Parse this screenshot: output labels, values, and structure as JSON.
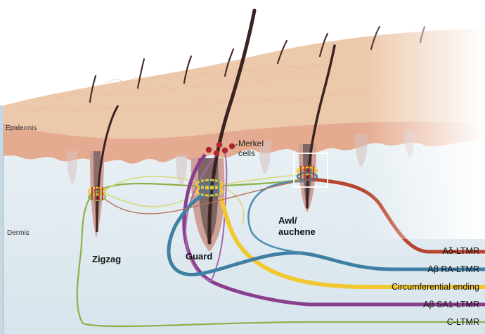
{
  "layers": {
    "epidermis": "Epidermis",
    "dermis": "Dermis"
  },
  "hairs": {
    "zigzag": "Zigzag",
    "guard": "Guard",
    "awl": "Awl/\nauchene"
  },
  "merkel": "Merkel\ncells",
  "nerves": [
    {
      "label": "Aδ-LTMR",
      "color": "#b8452e"
    },
    {
      "label": "Aβ  RA-LTMR",
      "color": "#3f7fa3"
    },
    {
      "label": "Circumferential ending",
      "color": "#f2c832"
    },
    {
      "label": "Aβ  SA1-LTMR",
      "color": "#8a3f8e"
    },
    {
      "label": "C-LTMR",
      "color": "#8eb04a"
    }
  ],
  "colors": {
    "skin_top": "#ecc6a8",
    "epidermis": "#e5ad92",
    "dermis": "#dfe9ef",
    "hair": "#3a2320",
    "follicle": "#c99a8e",
    "merkel": "#b0262e",
    "highlight_box": "#ffffff"
  }
}
